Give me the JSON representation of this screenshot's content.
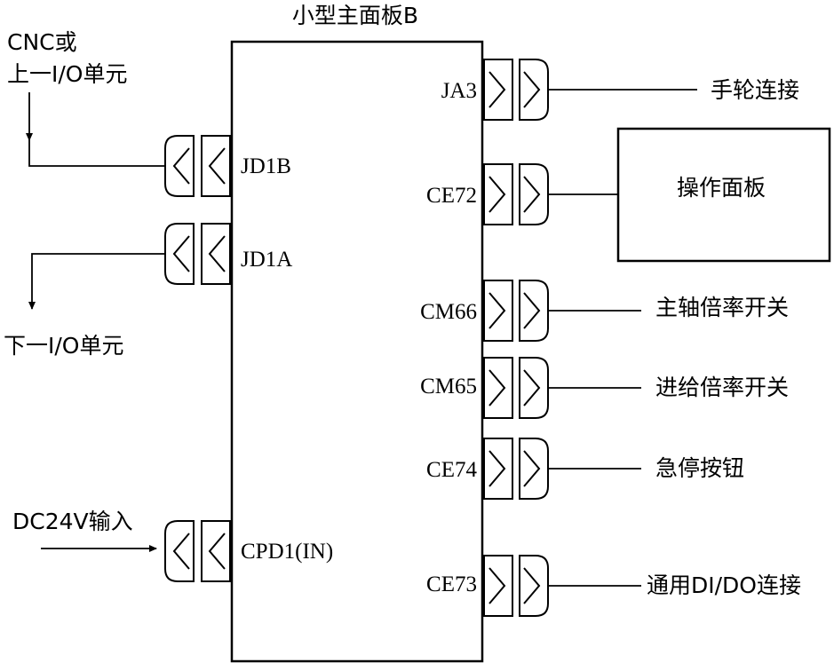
{
  "title": "小型主面板B",
  "left": {
    "upstream_label_line1": "CNC或",
    "upstream_label_line2": "上一I/O单元",
    "downstream_label": "下一I/O单元",
    "power_label": "DC24V输入"
  },
  "ports_left": {
    "jd1b": "JD1B",
    "jd1a": "JD1A",
    "cpd1": "CPD1(IN)"
  },
  "ports_right": {
    "ja3": "JA3",
    "ce72": "CE72",
    "cm66": "CM66",
    "cm65": "CM65",
    "ce74": "CE74",
    "ce73": "CE73"
  },
  "targets": {
    "ja3": "手轮连接",
    "ce72": "操作面板",
    "cm66": "主轴倍率开关",
    "cm65": "进给倍率开关",
    "ce74": "急停按钮",
    "ce73": "通用DI/DO连接"
  }
}
